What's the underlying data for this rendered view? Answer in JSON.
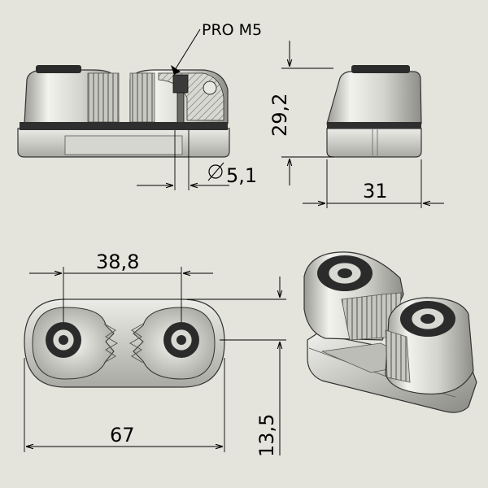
{
  "drawing": {
    "background": "#e4e4dc",
    "part_color": "#c9c9c3",
    "dark_color": "#2b2b2b",
    "callout_label": "PRO M5",
    "dimensions": {
      "hole_diameter": "5,1",
      "height": "29,2",
      "depth": "31",
      "center_distance": "38,8",
      "total_length": "67",
      "half_width": "13,5"
    }
  }
}
